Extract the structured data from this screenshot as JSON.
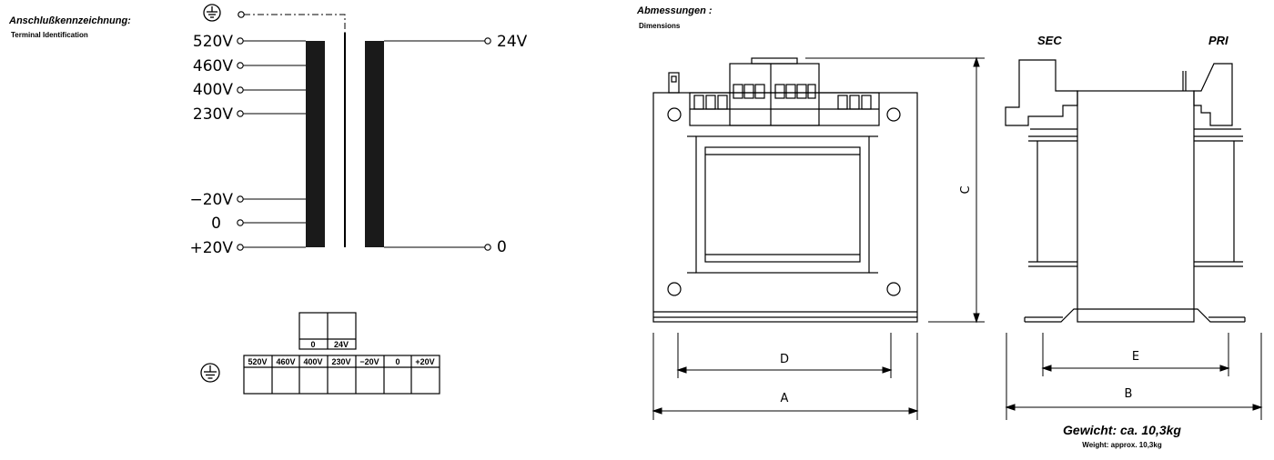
{
  "terminal": {
    "title_de": "Anschlußkennzeichnung:",
    "title_en": "Terminal Identification",
    "primary_taps": [
      "520V",
      "460V",
      "400V",
      "230V"
    ],
    "secondary_taps_left": [
      "−20V",
      "0",
      "+20V"
    ],
    "secondary_right_top": "24V",
    "secondary_right_bottom": "0",
    "block_top": [
      "0",
      "24V"
    ],
    "block_bottom": [
      "520V",
      "460V",
      "400V",
      "230V",
      "−20V",
      "0",
      "+20V"
    ]
  },
  "dimensions": {
    "title_de": "Abmessungen :",
    "title_en": "Dimensions",
    "sec_label": "SEC",
    "pri_label": "PRI",
    "labels": {
      "A": "A",
      "B": "B",
      "C": "C",
      "D": "D",
      "E": "E"
    },
    "weight_de": "Gewicht: ca. 10,3kg",
    "weight_en": "Weight: approx. 10,3kg"
  },
  "colors": {
    "ink": "#000000",
    "core": "#1a1a1a",
    "paper": "#ffffff"
  }
}
